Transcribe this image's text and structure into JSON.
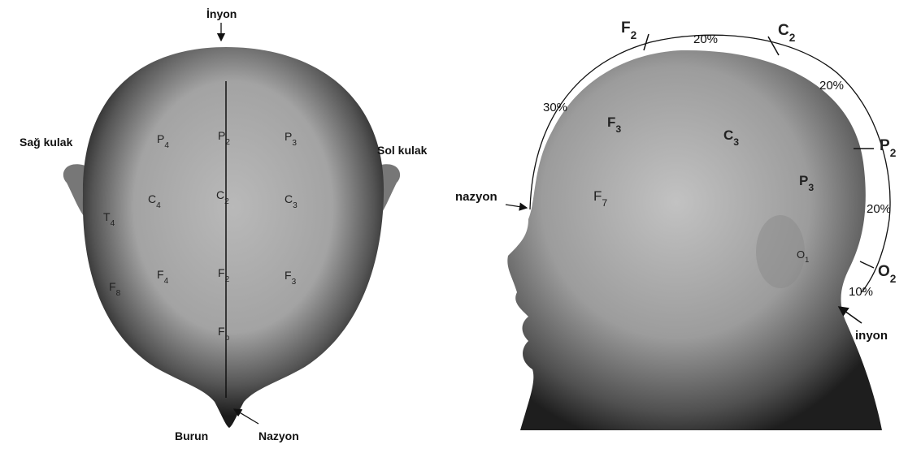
{
  "top_view": {
    "labels": {
      "inyon": "İnyon",
      "sag_kulak": "Sağ kulak",
      "sol_kulak": "Sol kulak",
      "burun": "Burun",
      "nazyon": "Nazyon"
    },
    "electrodes": [
      {
        "id": "P4",
        "base": "P",
        "sub": "4"
      },
      {
        "id": "P2",
        "base": "P",
        "sub": "2"
      },
      {
        "id": "P3",
        "base": "P",
        "sub": "3"
      },
      {
        "id": "T4",
        "base": "T",
        "sub": "4"
      },
      {
        "id": "C4",
        "base": "C",
        "sub": "4"
      },
      {
        "id": "C2",
        "base": "C",
        "sub": "2"
      },
      {
        "id": "C3",
        "base": "C",
        "sub": "3"
      },
      {
        "id": "F8",
        "base": "F",
        "sub": "8"
      },
      {
        "id": "F4",
        "base": "F",
        "sub": "4"
      },
      {
        "id": "F2",
        "base": "F",
        "sub": "2"
      },
      {
        "id": "F3",
        "base": "F",
        "sub": "3"
      },
      {
        "id": "Fp",
        "base": "F",
        "sub": "p"
      }
    ]
  },
  "side_view": {
    "labels": {
      "nazyon": "nazyon",
      "inyon": "inyon"
    },
    "arc_electrodes": [
      {
        "id": "F2",
        "base": "F",
        "sub": "2"
      },
      {
        "id": "C2",
        "base": "C",
        "sub": "2"
      },
      {
        "id": "P2",
        "base": "P",
        "sub": "2"
      },
      {
        "id": "O2",
        "base": "O",
        "sub": "2"
      }
    ],
    "head_electrodes": [
      {
        "id": "F3",
        "base": "F",
        "sub": "3"
      },
      {
        "id": "C3",
        "base": "C",
        "sub": "3"
      },
      {
        "id": "P3",
        "base": "P",
        "sub": "3"
      },
      {
        "id": "F7",
        "base": "F",
        "sub": "7"
      },
      {
        "id": "O1",
        "base": "O",
        "sub": "1"
      }
    ],
    "percentages": [
      "30%",
      "20%",
      "20%",
      "20%",
      "10%"
    ]
  }
}
